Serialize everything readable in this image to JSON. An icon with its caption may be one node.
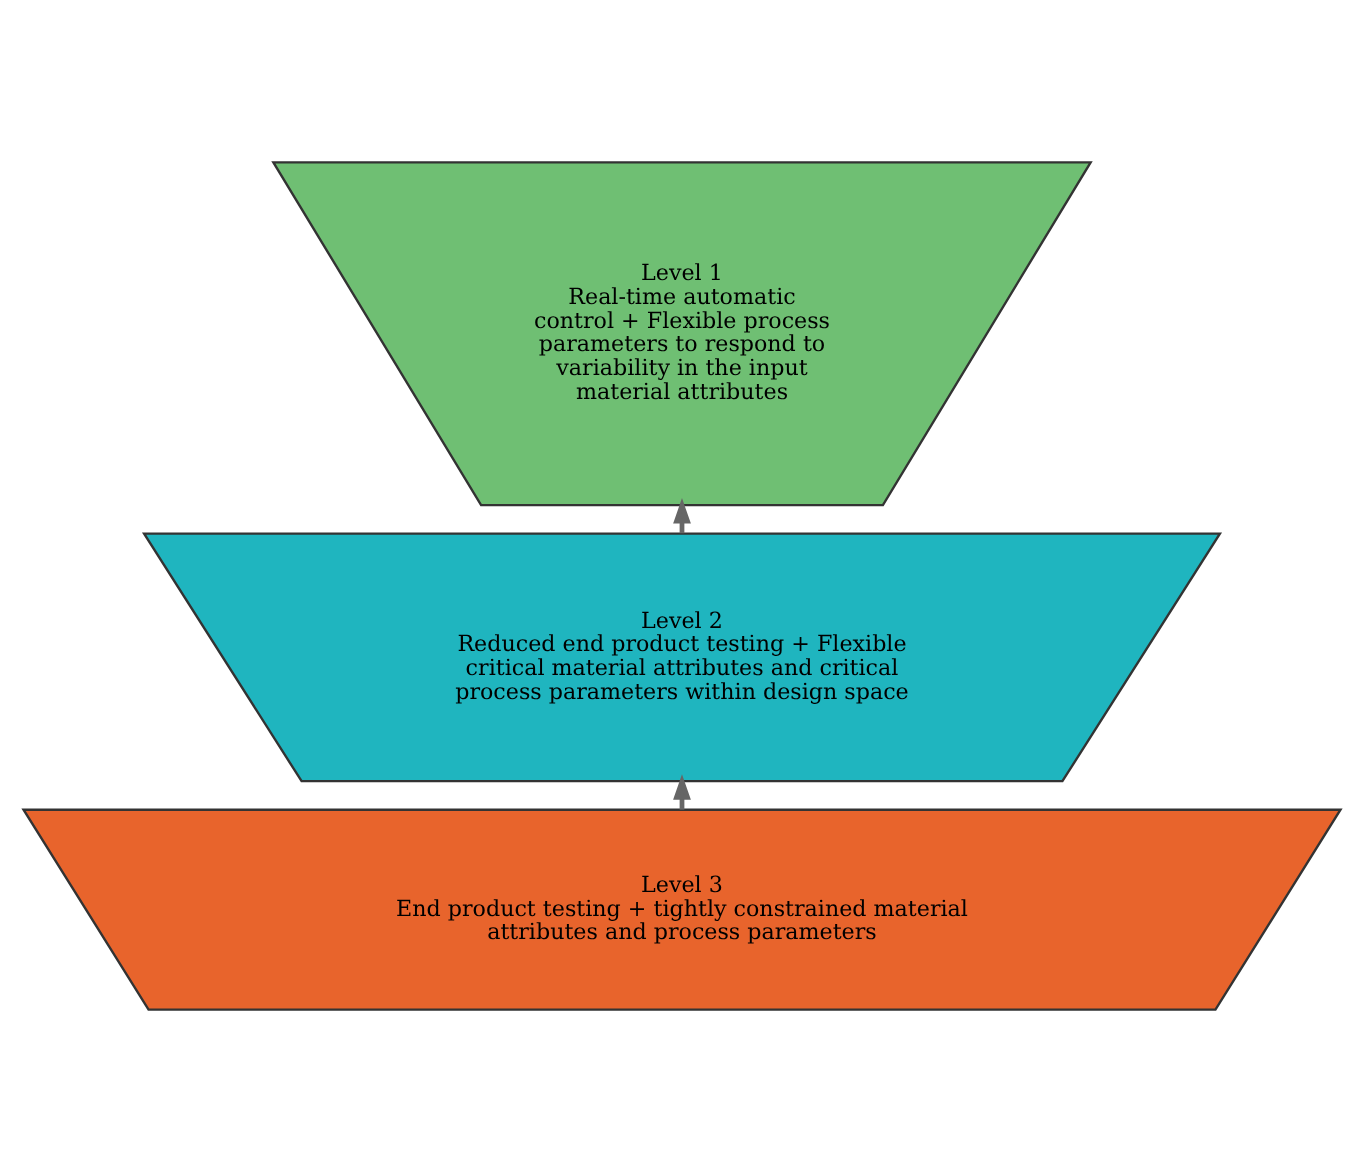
{
  "diagram": {
    "nodes": [
      {
        "text": [
          "Level 1",
          "Real-time automatic control + Flexible process parameters to respond to variability in the input material attributes"
        ]
      },
      {
        "text": [
          "Level 2",
          "Reduced end product testing + Flexible critical material attributes and critical process parameters within design space"
        ]
      },
      {
        "text": [
          "Level 3",
          "End product testing + tightly constrained material attributes and process parameters"
        ]
      }
    ],
    "edges": [
      {
        "from": 2,
        "to": 1,
        "arrow": "to"
      },
      {
        "from": 1,
        "to": 0,
        "arrow": "to"
      }
    ]
  }
}
